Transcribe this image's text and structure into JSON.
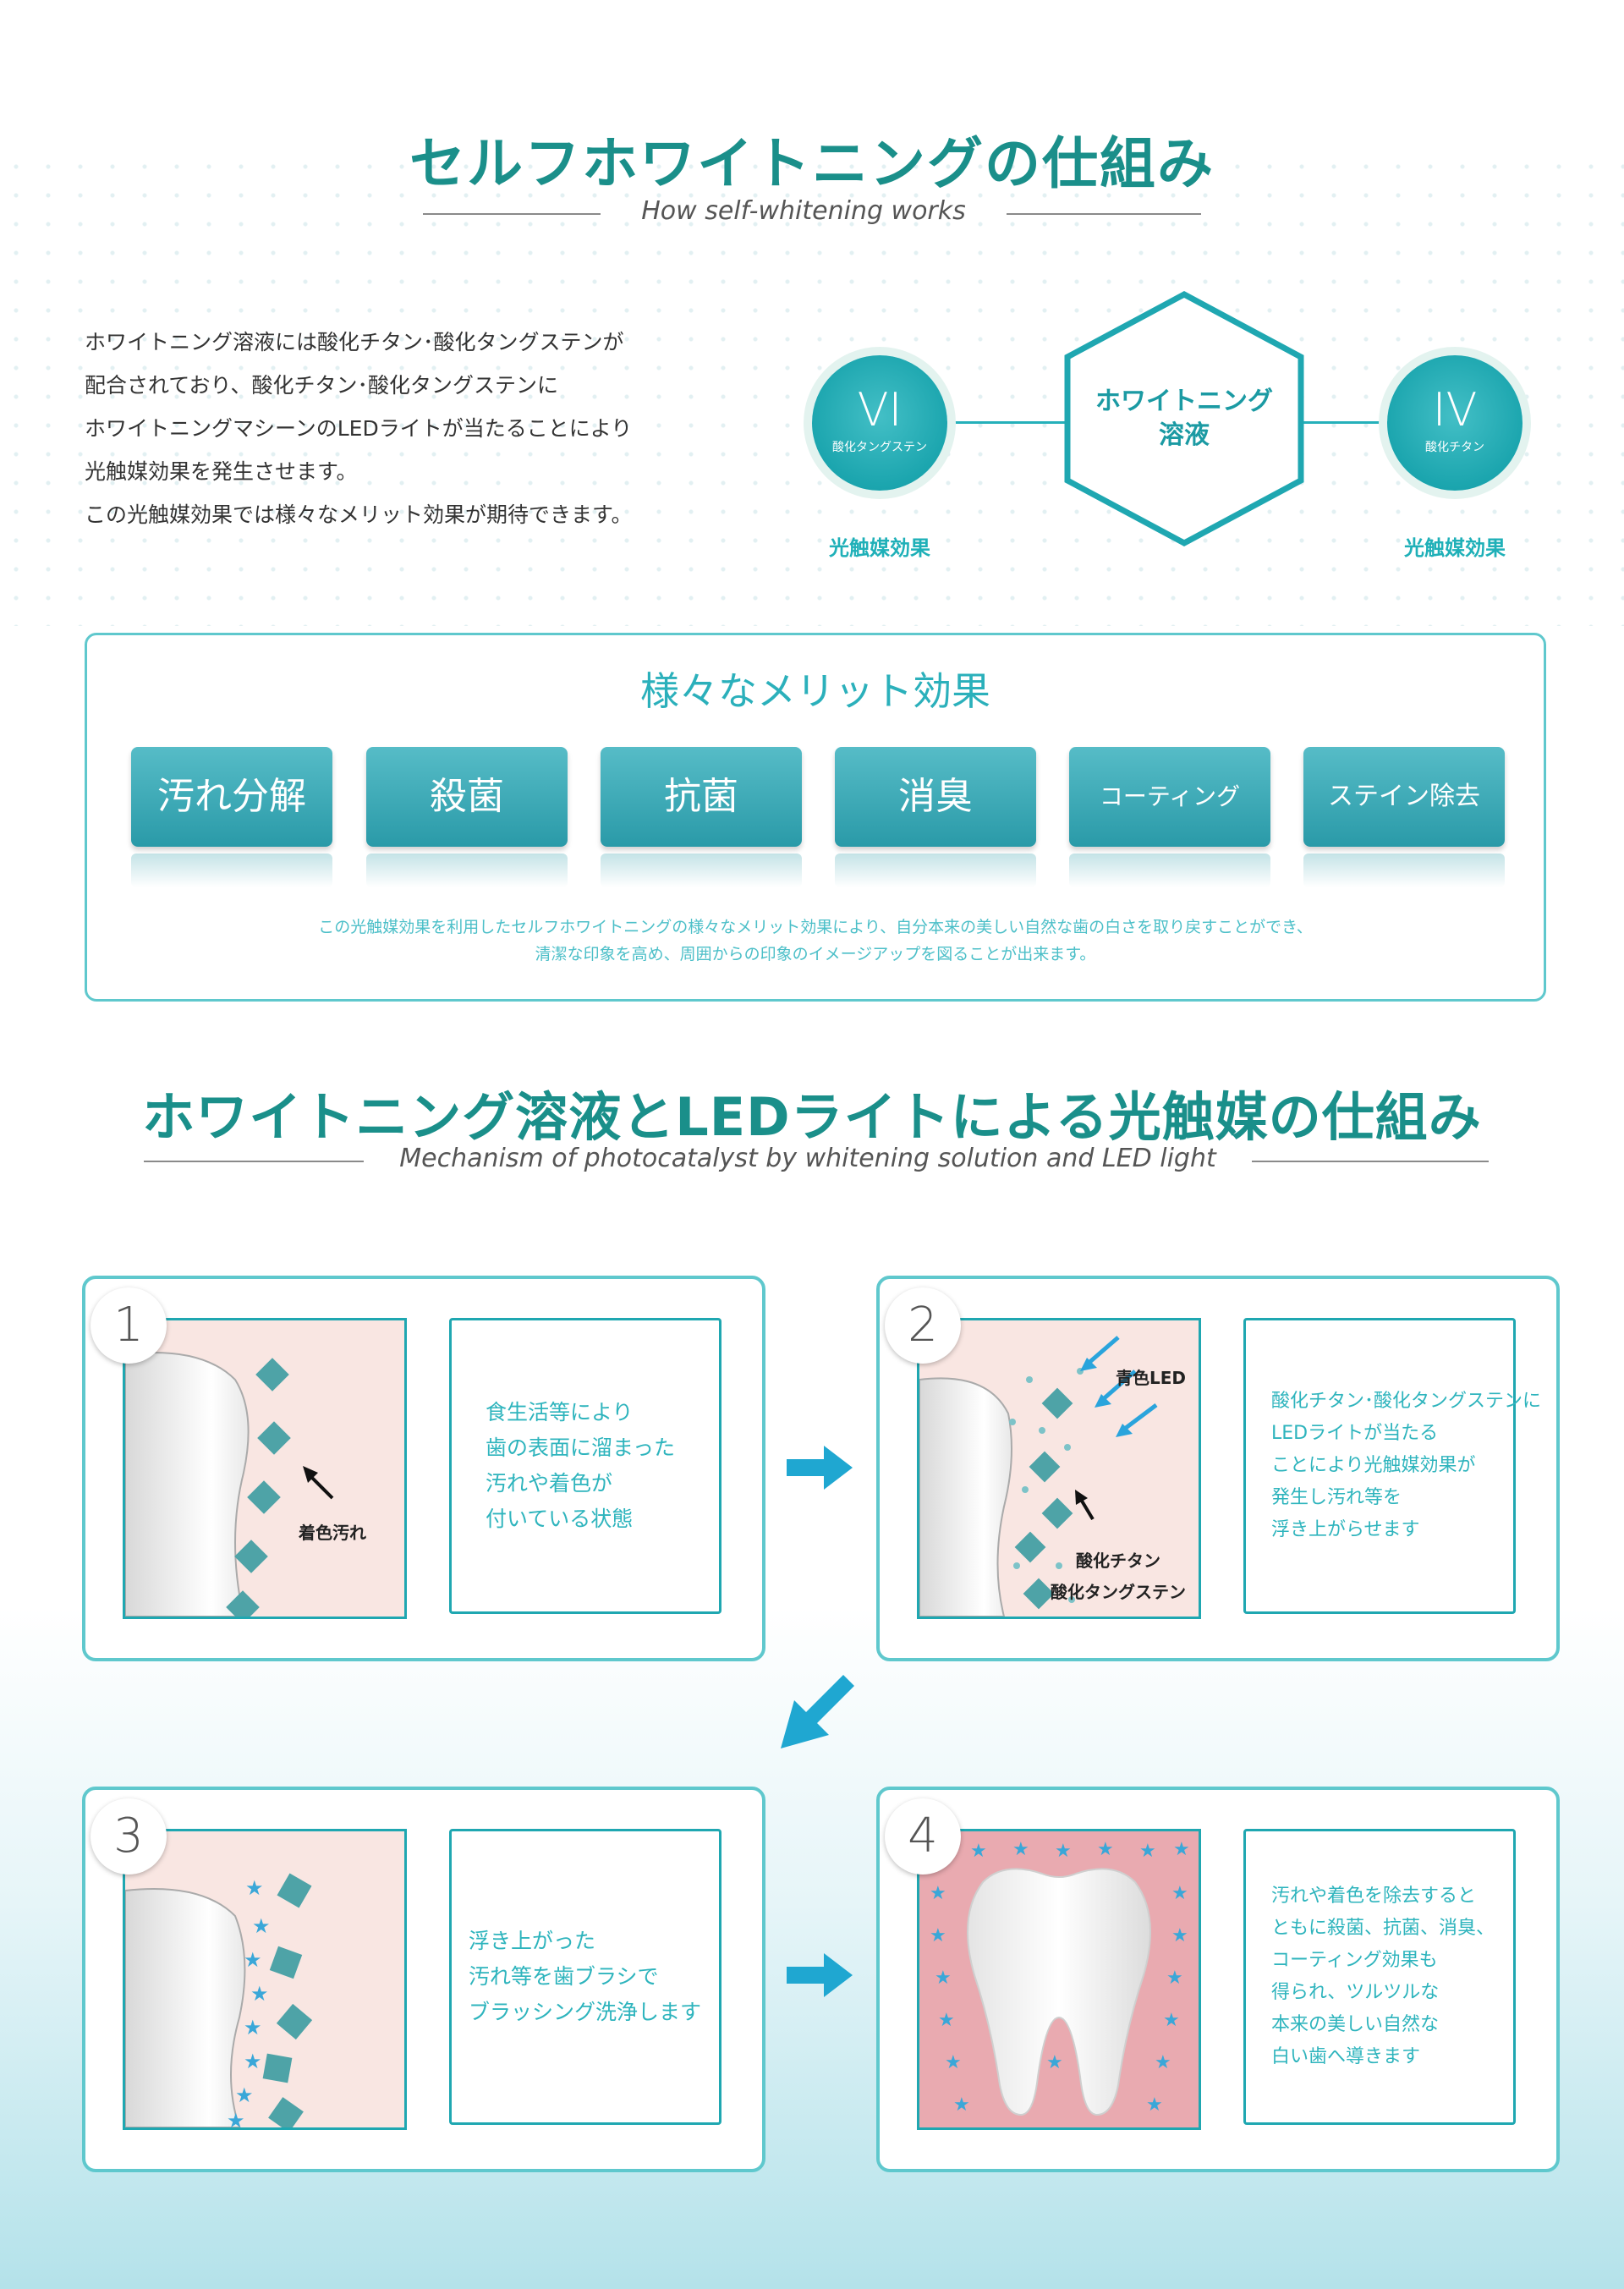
{
  "section1": {
    "title": "セルフホワイトニングの仕組み",
    "subtitle": "How self-whitening works",
    "intro_lines": [
      "ホワイトニング溶液には酸化チタン･酸化タングステンが",
      "配合されており、酸化チタン･酸化タングステンに",
      "ホワイトニングマシーンのLEDライトが当たることにより",
      "光触媒効果を発生させます。",
      "この光触媒効果では様々なメリット効果が期待できます。"
    ],
    "hexagon_line1": "ホワイトニング",
    "hexagon_line2": "溶液",
    "left_circle": {
      "symbol": "VI",
      "label": "酸化タングステン",
      "caption": "光触媒効果"
    },
    "right_circle": {
      "symbol": "IV",
      "label": "酸化チタン",
      "caption": "光触媒効果"
    }
  },
  "merits": {
    "title": "様々なメリット効果",
    "items": [
      "汚れ分解",
      "殺菌",
      "抗菌",
      "消臭",
      "コーティング",
      "ステイン除去"
    ],
    "desc_line1": "この光触媒効果を利用したセルフホワイトニングの様々なメリット効果により、自分本来の美しい自然な歯の白さを取り戻すことができ、",
    "desc_line2": "清潔な印象を高め、周囲からの印象のイメージアップを図ることが出来ます。"
  },
  "section2": {
    "title": "ホワイトニング溶液とLEDライトによる光触媒の仕組み",
    "subtitle": "Mechanism of photocatalyst by whitening solution and LED light"
  },
  "steps": [
    {
      "number": "1",
      "labels": [
        "着色汚れ"
      ],
      "lines": [
        "食生活等により",
        "歯の表面に溜まった",
        "汚れや着色が",
        "付いている状態"
      ]
    },
    {
      "number": "2",
      "labels": [
        "青色LED",
        "酸化チタン",
        "酸化タングステン"
      ],
      "lines": [
        "酸化チタン･酸化タングステンに",
        "LEDライトが当たる",
        "ことにより光触媒効果が",
        "発生し汚れ等を",
        "浮き上がらせます"
      ]
    },
    {
      "number": "3",
      "labels": [],
      "lines": [
        "浮き上がった",
        "汚れ等を歯ブラシで",
        "ブラッシング洗浄します"
      ]
    },
    {
      "number": "4",
      "labels": [],
      "lines": [
        "汚れや着色を除去すると",
        "ともに殺菌、抗菌、消臭、",
        "コーティング効果も",
        "得られ、ツルツルな",
        "本来の美しい自然な",
        "白い歯へ導きます"
      ]
    }
  ],
  "colors": {
    "accent": "#1fa7b1",
    "title_green": "#1a8f8a",
    "light_teal": "#5fc8cd",
    "pink": "#f9e6e2"
  }
}
